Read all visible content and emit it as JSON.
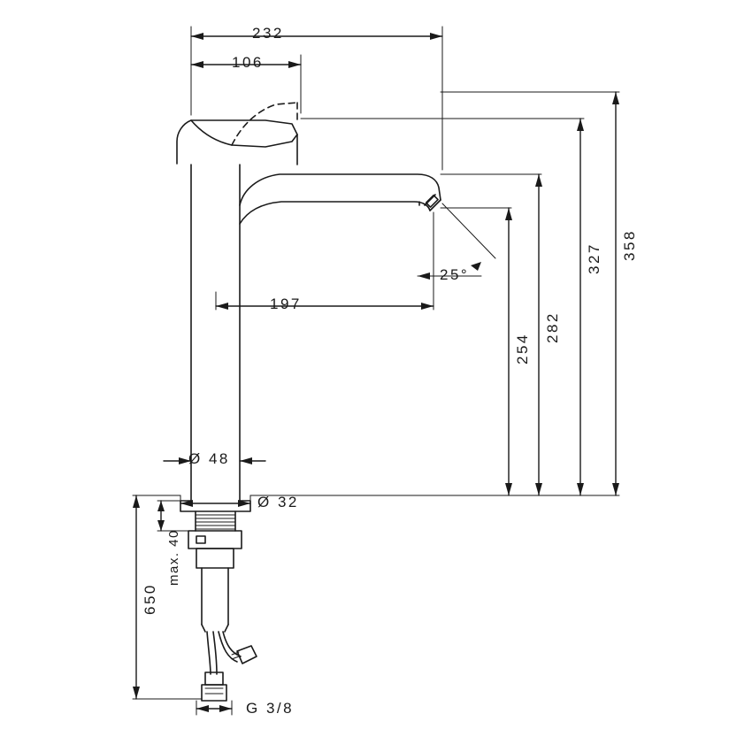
{
  "diagram": {
    "title": "Technical dimension drawing of a tall single-lever basin mixer faucet",
    "units": "mm",
    "line_color": "#1a1a1a",
    "background": "#ffffff",
    "dimensions": {
      "top_width_overall": "232",
      "top_width_lever": "106",
      "height_overall": "358",
      "height_spout_top": "327",
      "height_spout_outlet": "282",
      "height_body": "254",
      "reach": "197",
      "angle": "25",
      "diameter_column": "Ø 48",
      "diameter_base": "Ø 32",
      "install_depth_max": "max. 40",
      "hose_length": "650",
      "connection_thread": "G 3/8"
    }
  }
}
